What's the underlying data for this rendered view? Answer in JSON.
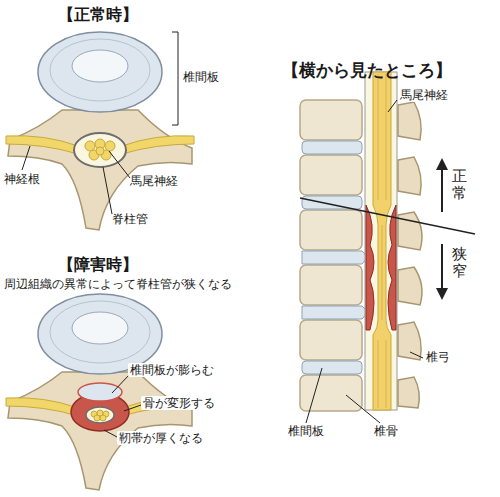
{
  "diagram": {
    "labels": [
      "【正常時】",
      "椎間板",
      "神経根",
      "馬尾神経",
      "脊柱管",
      "【障害時】",
      "周辺組織の異常によって脊柱管が狭くなる",
      "椎間板が膨らむ",
      "骨が変形する",
      "靭帯が厚くなる",
      "【横から見たところ】",
      "馬尾神経",
      "正常",
      "狭窄",
      "椎弓",
      "椎間板",
      "椎骨"
    ]
  }
}
